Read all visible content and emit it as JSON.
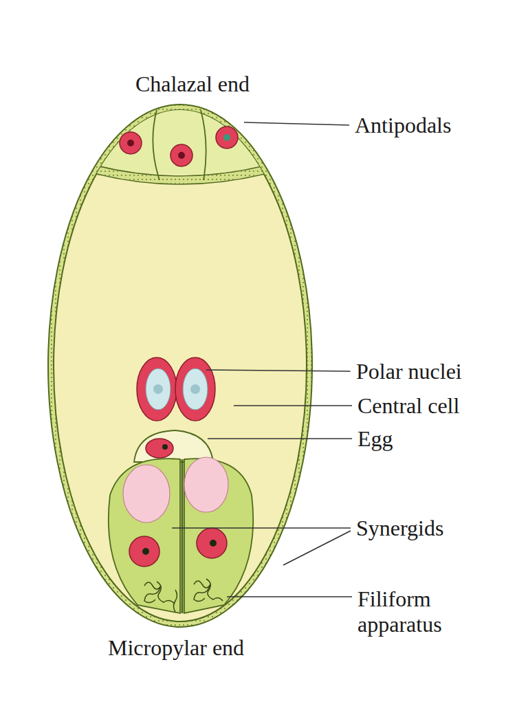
{
  "diagram": {
    "labels": [
      "Chalazal end",
      "Antipodals",
      "Polar nuclei",
      "Central cell",
      "Egg",
      "Synergids",
      "Filiform apparatus",
      "Micropylar end"
    ]
  }
}
